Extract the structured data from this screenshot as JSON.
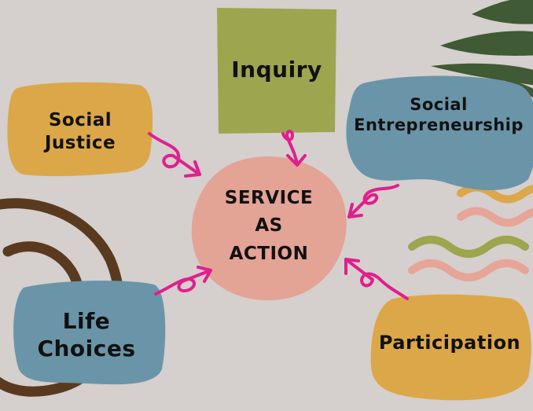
{
  "diagram": {
    "center": {
      "label": "SERVICE\nAS\nACTION"
    },
    "nodes": [
      {
        "id": "inquiry",
        "label": "Inquiry"
      },
      {
        "id": "social-justice",
        "label": "Social\nJustice"
      },
      {
        "id": "social-entrepreneurship",
        "label": "Social\nEntrepreneurship"
      },
      {
        "id": "life-choices",
        "label": "Life\nChoices"
      },
      {
        "id": "participation",
        "label": "Participation"
      }
    ],
    "colors": {
      "background": "#d5cfcd",
      "center": "#e3a395",
      "mustard": "#dca748",
      "olive": "#9da54e",
      "blue": "#6a95a8",
      "arrow": "#e01f8d",
      "brown": "#5a3a1f",
      "leaf": "#3f5a34",
      "wave_mustard": "#dca748",
      "wave_pink": "#e6a597",
      "wave_olive": "#9da54e"
    }
  }
}
